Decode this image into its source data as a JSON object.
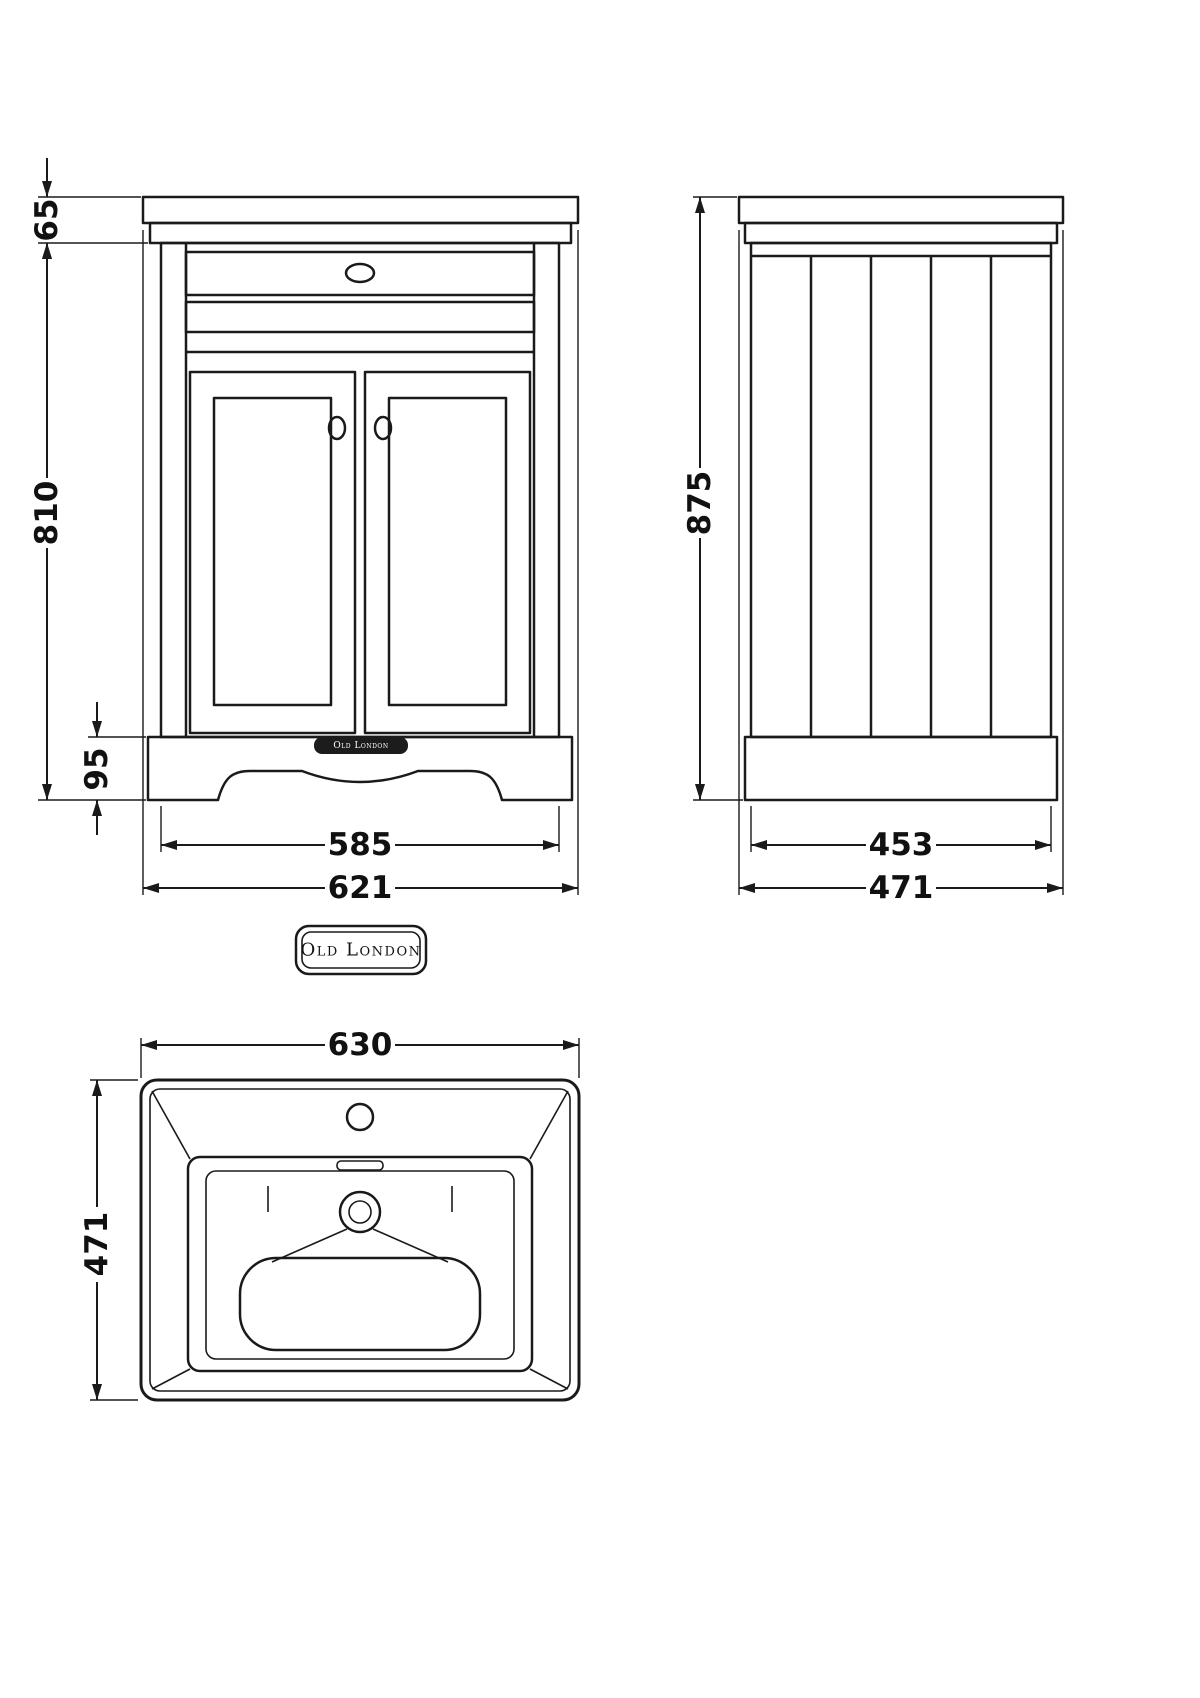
{
  "logo": {
    "text": "Old London"
  },
  "views": {
    "front": {
      "badge_text": "Old London",
      "dims": {
        "worktop_height": "65",
        "cabinet_height": "810",
        "plinth_height": "95",
        "cabinet_width": "585",
        "overall_width": "621"
      }
    },
    "side": {
      "dims": {
        "overall_height": "875",
        "cabinet_depth": "453",
        "overall_depth": "471"
      }
    },
    "basin": {
      "dims": {
        "width": "630",
        "depth": "471"
      }
    }
  }
}
